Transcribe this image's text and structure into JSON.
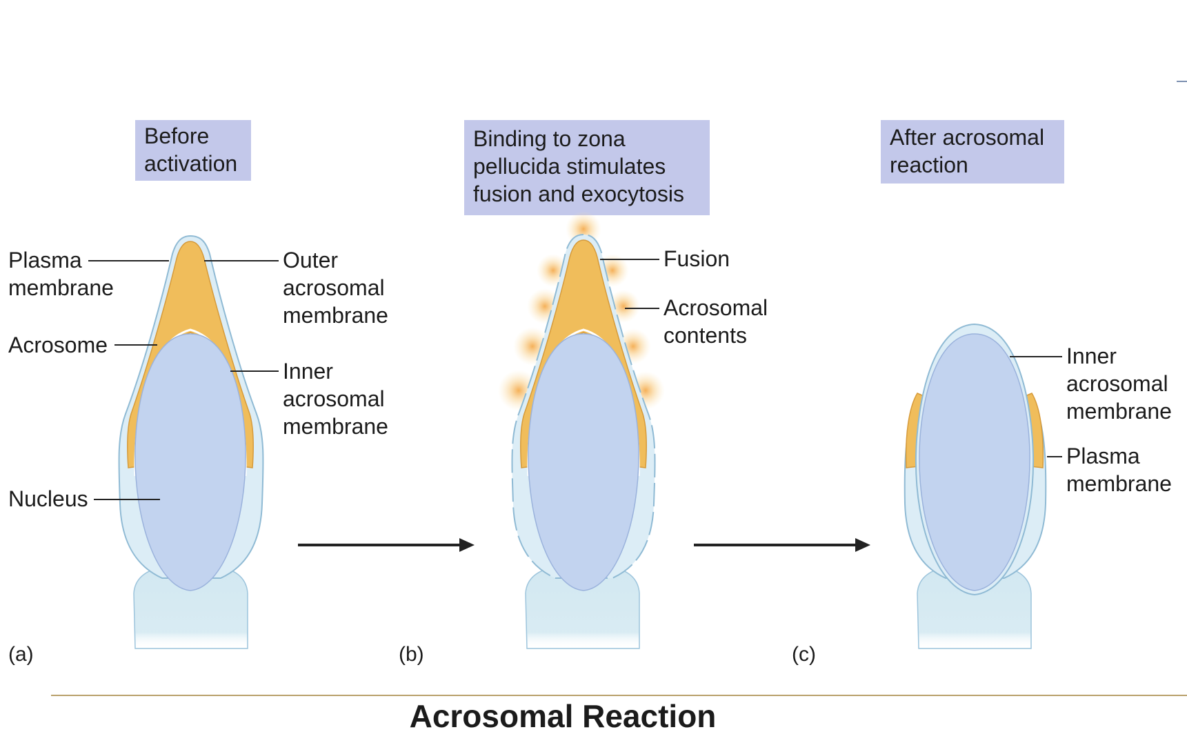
{
  "colors": {
    "caption_bg": "#c3c8ea",
    "plasma_membrane": "#dcedf6",
    "acrosome": "#f0bd5b",
    "nucleus": "#c2d3ef",
    "midpiece": "#d2e8f1",
    "footer_rule": "#b9a06b"
  },
  "panels": [
    {
      "letter": "(a)",
      "caption": [
        "Before",
        "activation"
      ],
      "left_labels": [
        [
          "Plasma",
          "membrane"
        ],
        [
          "Acrosome"
        ],
        [
          "Nucleus"
        ]
      ],
      "right_labels": [
        [
          "Outer",
          "acrosomal",
          "membrane"
        ],
        [
          "Inner",
          "acrosomal",
          "membrane"
        ]
      ]
    },
    {
      "letter": "(b)",
      "caption": [
        "Binding to zona",
        "pellucida stimulates",
        "fusion and exocytosis"
      ],
      "right_labels": [
        [
          "Fusion"
        ],
        [
          "Acrosomal",
          "contents"
        ]
      ]
    },
    {
      "letter": "(c)",
      "caption": [
        "After acrosomal",
        "reaction"
      ],
      "right_labels": [
        [
          "Inner",
          "acrosomal",
          "membrane"
        ],
        [
          "Plasma",
          "membrane"
        ]
      ]
    }
  ],
  "title": "Acrosomal Reaction"
}
